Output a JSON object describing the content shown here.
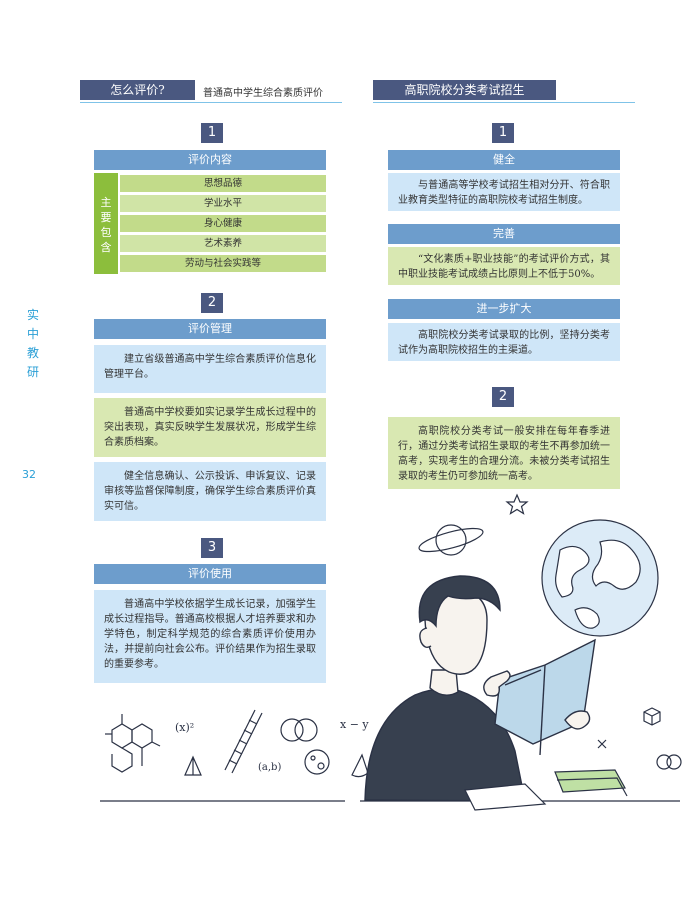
{
  "side": {
    "label": "实中教研",
    "page_number": "32"
  },
  "left": {
    "header": "怎么评价?",
    "subtitle": "普通高中学生综合素质评价",
    "s1": {
      "num": "1",
      "title": "评价内容",
      "side_label": "主要包含",
      "items": [
        "思想品德",
        "学业水平",
        "身心健康",
        "艺术素养",
        "劳动与社会实践等"
      ]
    },
    "s2": {
      "num": "2",
      "title": "评价管理",
      "p1": "建立省级普通高中学生综合素质评价信息化管理平台。",
      "p2": "普通高中学校要如实记录学生成长过程中的突出表现，真实反映学生发展状况，形成学生综合素质档案。",
      "p3": "健全信息确认、公示投诉、申诉复议、记录审核等监督保障制度，确保学生综合素质评价真实可信。"
    },
    "s3": {
      "num": "3",
      "title": "评价使用",
      "p1": "普通高中学校依据学生成长记录，加强学生成长过程指导。普通高校根据人才培养要求和办学特色，制定科学规范的综合素质评价使用办法，并提前向社会公布。评价结果作为招生录取的重要参考。"
    }
  },
  "right": {
    "header": "高职院校分类考试招生",
    "s1": {
      "num": "1",
      "b1_title": "健全",
      "b1_text": "与普通高等学校考试招生相对分开、符合职业教育类型特征的高职院校考试招生制度。",
      "b2_title": "完善",
      "b2_text": "“文化素质+职业技能”的考试评价方式，其中职业技能考试成绩占比原则上不低于50%。",
      "b3_title": "进一步扩大",
      "b3_text": "高职院校分类考试录取的比例，坚持分类考试作为高职院校招生的主渠道。"
    },
    "s2": {
      "num": "2",
      "text": "高职院校分类考试一般安排在每年春季进行，通过分类考试招生录取的考生不再参加统一高考，实现考生的合理分流。未被分类考试招生录取的考生仍可参加统一高考。"
    }
  },
  "doodles": {
    "formula1": "(x)²",
    "formula2": "x − y",
    "formula3": "(a,b)"
  },
  "colors": {
    "navy": "#4a5880",
    "blue_bar": "#6d9dcc",
    "light_blue": "#cfe6f8",
    "green": "#8cbe3c",
    "light_green": "#d9e8b2",
    "cyan": "#2a9fd6"
  }
}
